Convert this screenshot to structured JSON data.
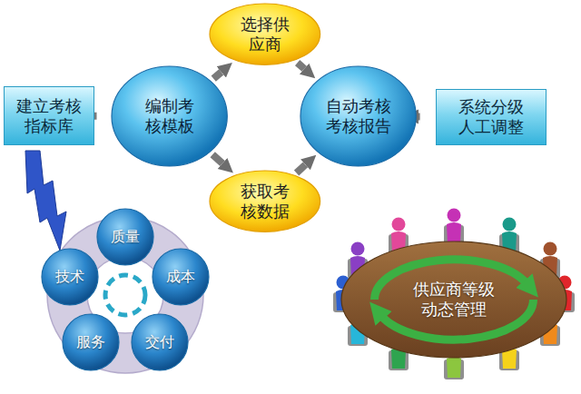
{
  "diagram": {
    "nodes": [
      {
        "text": [
          "建立考核 指标库"
        ]
      },
      {
        "text": [
          "编制考 核模板"
        ]
      },
      {
        "text": [
          "选择供 应商"
        ]
      },
      {
        "text": [
          "获取考 核数据"
        ]
      },
      {
        "text": [
          "自动考核 考核报告"
        ]
      },
      {
        "text": [
          "系统分级 人工调整"
        ]
      },
      {
        "text": [
          "质量"
        ]
      },
      {
        "text": [
          "技术"
        ]
      },
      {
        "text": [
          "成本"
        ]
      },
      {
        "text": [
          "服务"
        ]
      },
      {
        "text": [
          "交付"
        ]
      },
      {
        "text": [
          "供应商等级 动态管理"
        ]
      }
    ],
    "edges": [
      {
        "from": 0,
        "to": 1,
        "arrow": "to"
      },
      {
        "from": 1,
        "to": 2,
        "arrow": "to"
      },
      {
        "from": 1,
        "to": 3,
        "arrow": "to"
      },
      {
        "from": 2,
        "to": 4,
        "arrow": "to"
      },
      {
        "from": 3,
        "to": 4,
        "arrow": "to"
      },
      {
        "from": 4,
        "to": 5,
        "arrow": "to"
      }
    ]
  }
}
